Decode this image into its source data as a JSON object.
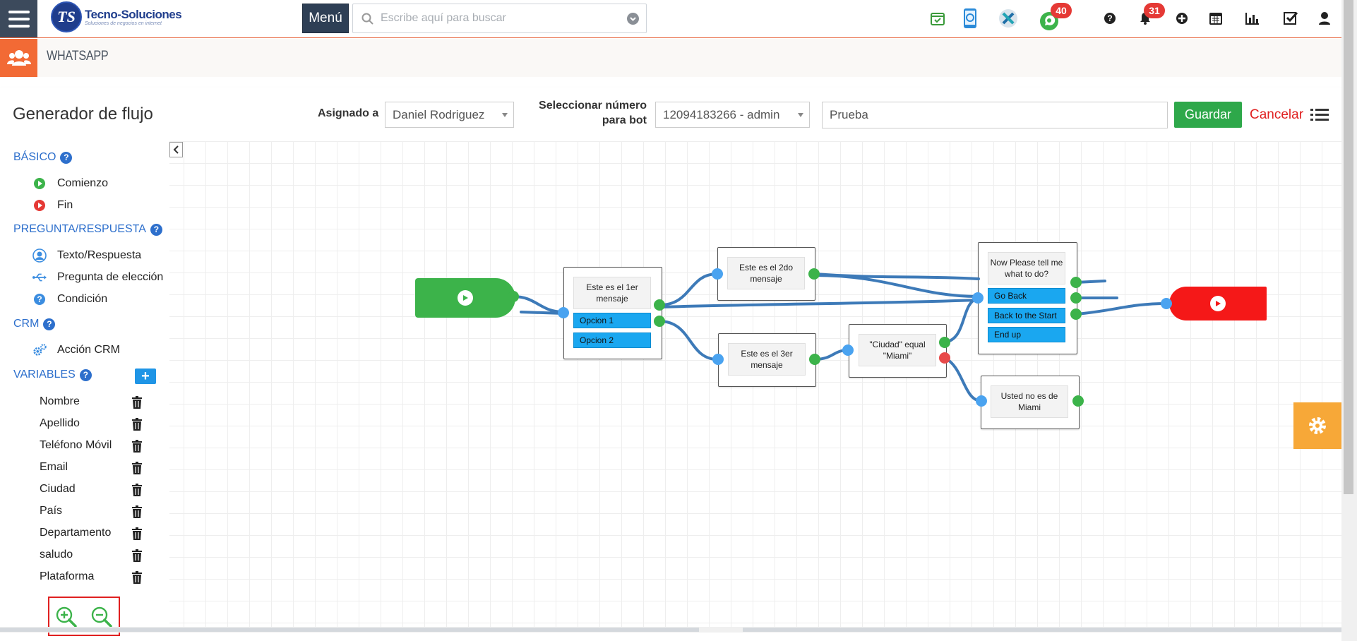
{
  "topbar": {
    "logo_mark": "TS",
    "logo_name": "Tecno-Soluciones",
    "logo_tagline": "Soluciones de negocios en internet",
    "menu_label": "Menú",
    "search_placeholder": "Escribe aquí para buscar",
    "whatsapp_badge": "40",
    "notifications_badge": "31"
  },
  "subheader": {
    "title": "WHATSAPP"
  },
  "flow_header": {
    "title": "Generador de flujo",
    "assigned_label": "Asignado a",
    "assigned_value": "Daniel Rodriguez",
    "bot_number_label_1": "Seleccionar número",
    "bot_number_label_2": "para bot",
    "bot_number_value": "12094183266 - admin",
    "flow_name_value": "Prueba",
    "save_label": "Guardar",
    "cancel_label": "Cancelar"
  },
  "sidebar": {
    "sections": [
      {
        "title": "BÁSICO",
        "items": [
          "Comienzo",
          "Fin"
        ]
      },
      {
        "title": "PREGUNTA/RESPUESTA",
        "items": [
          "Texto/Respuesta",
          "Pregunta de elección",
          "Condición"
        ]
      },
      {
        "title": "CRM",
        "items": [
          "Acción CRM"
        ]
      },
      {
        "title": "VARIABLES"
      }
    ],
    "variables": [
      "Nombre",
      "Apellido",
      "Teléfono Móvil",
      "Email",
      "Ciudad",
      "País",
      "Departamento",
      "saludo",
      "Plataforma"
    ]
  },
  "nodes": {
    "msg1": {
      "text": "Este es el 1er mensaje",
      "options": [
        "Opcion 1",
        "Opcion 2"
      ]
    },
    "msg2": {
      "text": "Este es el 2do mensaje"
    },
    "msg3": {
      "text": "Este es el 3er mensaje"
    },
    "condition": {
      "text": "\"Ciudad\" equal \"Miami\""
    },
    "question": {
      "text": "Now Please tell me what to do?",
      "options": [
        "Go Back",
        "Back to the Start",
        "End up"
      ]
    },
    "else_msg": {
      "text": "Usted no es de Miami"
    }
  },
  "colors": {
    "start_node": "#3cb34a",
    "end_node": "#f51818",
    "wire": "#3d7ab8",
    "option": "#1aa7f0",
    "save_button": "#2ea84a",
    "cancel_text": "#e02020"
  }
}
